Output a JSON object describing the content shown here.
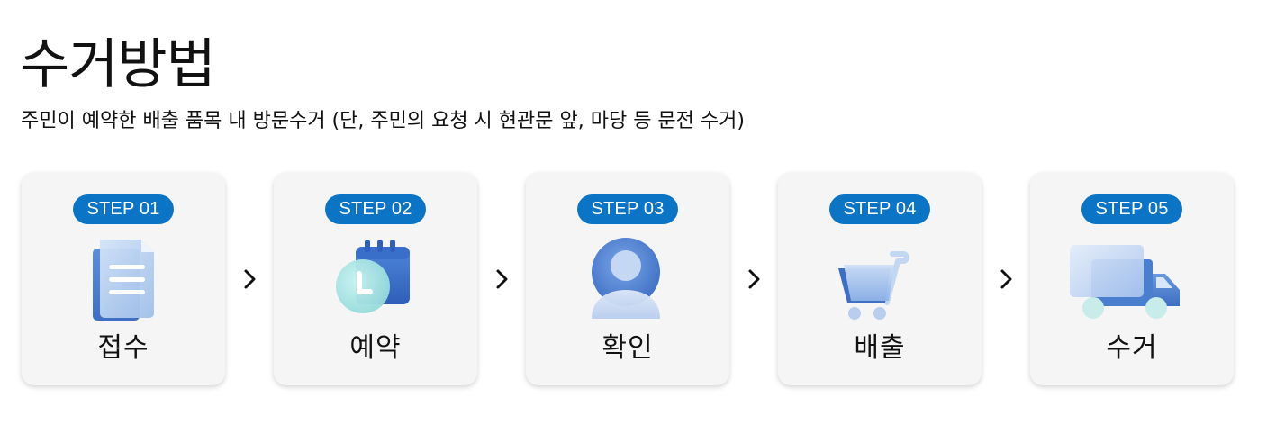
{
  "page": {
    "title": "수거방법",
    "subtitle": "주민이 예약한 배출 품목 내 방문수거 (단, 주민의 요청 시 현관문 앞, 마당 등 문전 수거)"
  },
  "colors": {
    "badge": "#0b74c4",
    "card": "#f5f5f6",
    "icon_primary": "#4a7fd0",
    "icon_light": "#b9d3f3",
    "icon_accent": "#a8e6e4"
  },
  "steps": [
    {
      "badge": "STEP 01",
      "label": "접수",
      "icon": "document-icon"
    },
    {
      "badge": "STEP 02",
      "label": "예약",
      "icon": "calendar-clock-icon"
    },
    {
      "badge": "STEP 03",
      "label": "확인",
      "icon": "user-icon"
    },
    {
      "badge": "STEP 04",
      "label": "배출",
      "icon": "cart-icon"
    },
    {
      "badge": "STEP 05",
      "label": "수거",
      "icon": "truck-icon"
    }
  ],
  "arrow_icon": "chevron-right-icon"
}
